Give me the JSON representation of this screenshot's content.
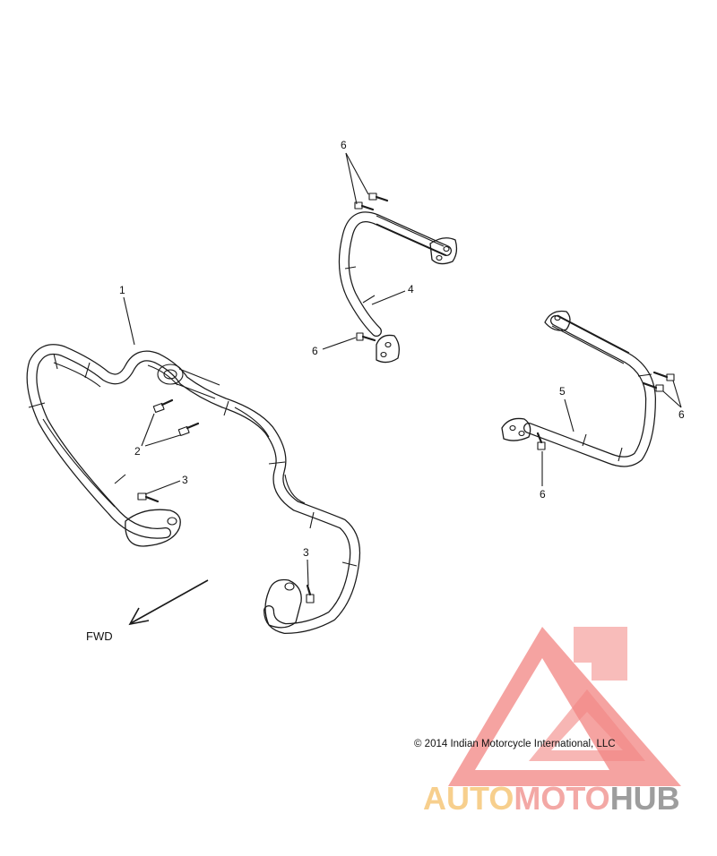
{
  "diagram": {
    "callouts": {
      "c1": "1",
      "c2": "2",
      "c3a": "3",
      "c3b": "3",
      "c4": "4",
      "c5": "5",
      "c6a": "6",
      "c6b": "6",
      "c6c": "6",
      "c6d": "6"
    },
    "direction_label": "FWD",
    "copyright": "© 2014 Indian Motorcycle International, LLC"
  },
  "watermark": {
    "text_auto": "AUTO",
    "text_moto": "MOTO",
    "text_hub": "HUB",
    "colors": {
      "auto": "#f6c77a",
      "moto": "#f29a96",
      "hub": "#8c8c8c",
      "triangle": "#ef6f6c"
    }
  }
}
